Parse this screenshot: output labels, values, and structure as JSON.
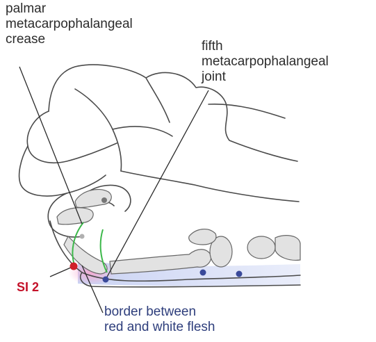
{
  "labels": {
    "palmar_crease": [
      "palmar",
      "metacarpophalangeal",
      "crease"
    ],
    "fifth_joint": [
      "fifth",
      "metacarpophalangeal",
      "joint"
    ],
    "point": "SI 2",
    "border": [
      "border between",
      "red and white flesh"
    ]
  },
  "colors": {
    "outline": "#4a4a4a",
    "bone_fill": "#e2e2e2",
    "leader": "#2a2a2a",
    "green_crease": "#3cb84a",
    "point_red": "#d0202a",
    "point_blue": "#3a4a9a",
    "red_flesh": "#f4a8d0",
    "white_flesh": "#c4cef2",
    "label_red": "#c4122a",
    "label_blue": "#2e3e7c"
  }
}
